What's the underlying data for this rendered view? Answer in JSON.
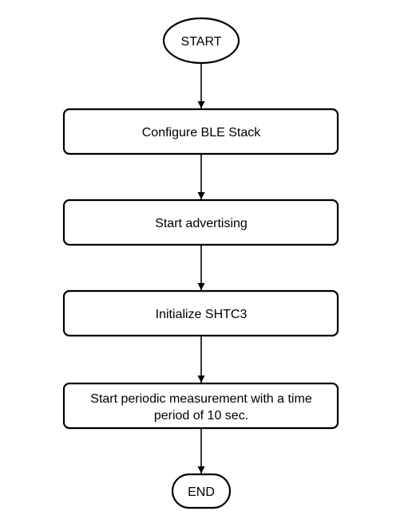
{
  "diagram": {
    "type": "flowchart",
    "direction": "top-to-bottom",
    "nodes": [
      {
        "id": "start",
        "shape": "terminator",
        "lines": [
          "START"
        ]
      },
      {
        "id": "configure",
        "shape": "process",
        "lines": [
          "Configure BLE Stack"
        ]
      },
      {
        "id": "advertise",
        "shape": "process",
        "lines": [
          "Start advertising"
        ]
      },
      {
        "id": "init",
        "shape": "process",
        "lines": [
          "Initialize SHTC3"
        ]
      },
      {
        "id": "measure",
        "shape": "process",
        "lines": [
          "Start periodic measurement with a time",
          "period of 10 sec."
        ]
      },
      {
        "id": "end",
        "shape": "terminator",
        "lines": [
          "END"
        ]
      }
    ],
    "edges": [
      {
        "from": "start",
        "to": "configure"
      },
      {
        "from": "configure",
        "to": "advertise"
      },
      {
        "from": "advertise",
        "to": "init"
      },
      {
        "from": "init",
        "to": "measure"
      },
      {
        "from": "measure",
        "to": "end"
      }
    ]
  }
}
